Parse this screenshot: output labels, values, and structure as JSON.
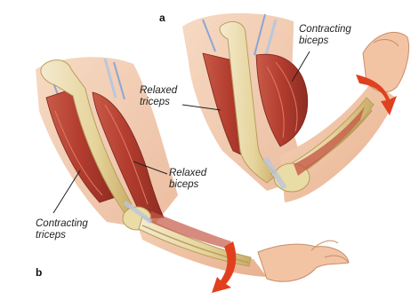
{
  "figure": {
    "panel_a": "a",
    "panel_b": "b",
    "labels": {
      "a_contracting_biceps": [
        "Contracting",
        "biceps"
      ],
      "a_relaxed_triceps": [
        "Relaxed",
        "triceps"
      ],
      "b_relaxed_biceps": [
        "Relaxed",
        "biceps"
      ],
      "b_contracting_triceps": [
        "Contracting",
        "triceps"
      ]
    }
  },
  "colors": {
    "background": "#ffffff",
    "bone": "#eadca5",
    "bone_outline": "#b89e5c",
    "muscle": "#b54a3c",
    "muscle_dark": "#8f2f25",
    "skin": "#f1c3a2",
    "tendon": "#b9c7dc",
    "nerve": "#8aa6d6",
    "arrow": "#e0401e"
  }
}
